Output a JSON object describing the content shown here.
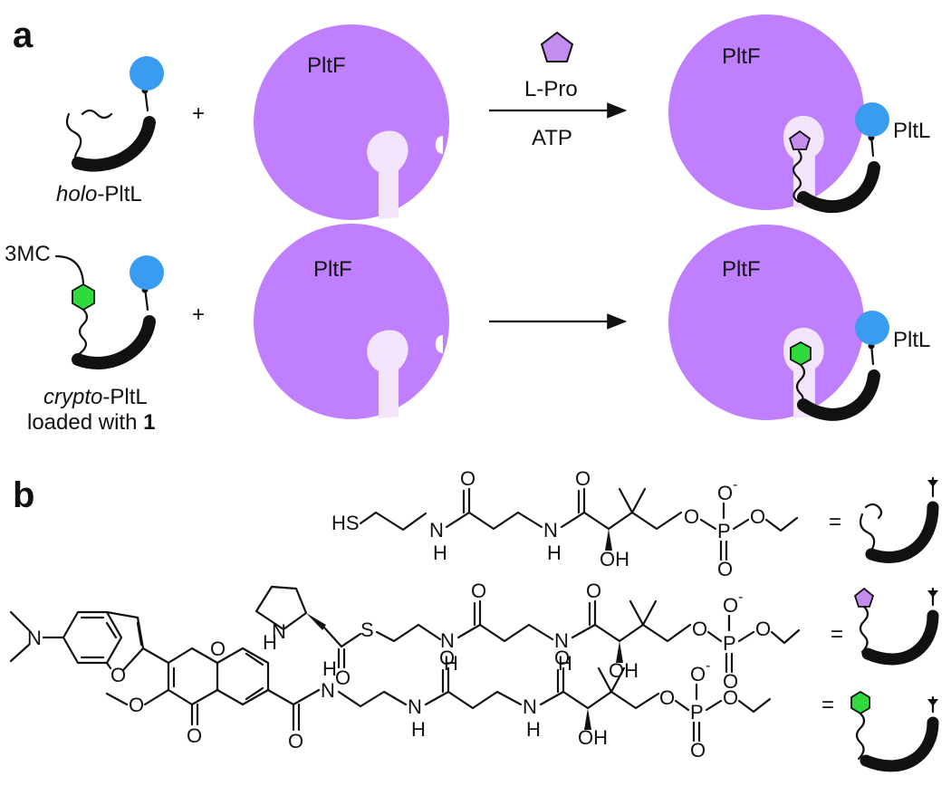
{
  "panels": {
    "a": "a",
    "b": "b"
  },
  "panel_a": {
    "row1": {
      "carrier_label": {
        "italic": "holo",
        "rest": "-PltL"
      },
      "plus": "+",
      "enzyme": "PltF",
      "reagent_top": "L-Pro",
      "reagent_bottom": "ATP",
      "product_enzyme": "PltF",
      "product_carrier": "PltL"
    },
    "row2": {
      "probe_label": "3MC",
      "carrier_label": {
        "italic": "crypto",
        "rest": "-PltL"
      },
      "carrier_sub": {
        "text": "loaded with ",
        "bold": "1"
      },
      "plus": "+",
      "enzyme": "PltF",
      "product_enzyme": "PltF",
      "product_carrier": "PltL"
    }
  },
  "panel_b": {
    "equals": "=",
    "atoms": {
      "sulfur_h": "HS",
      "sulfur": "S",
      "nitrogen_h": "H",
      "nitrogen": "N",
      "oxygen": "O",
      "phosphorus": "P",
      "hydroxyl": "OH",
      "negative_charge": "-"
    }
  },
  "colors": {
    "enzyme": "#bf7fff",
    "pocket": "#f2e4fb",
    "carrier_head": "#3a9cf0",
    "proline": "#c58cf0",
    "probe": "#2edb3a",
    "ink": "#111111"
  }
}
